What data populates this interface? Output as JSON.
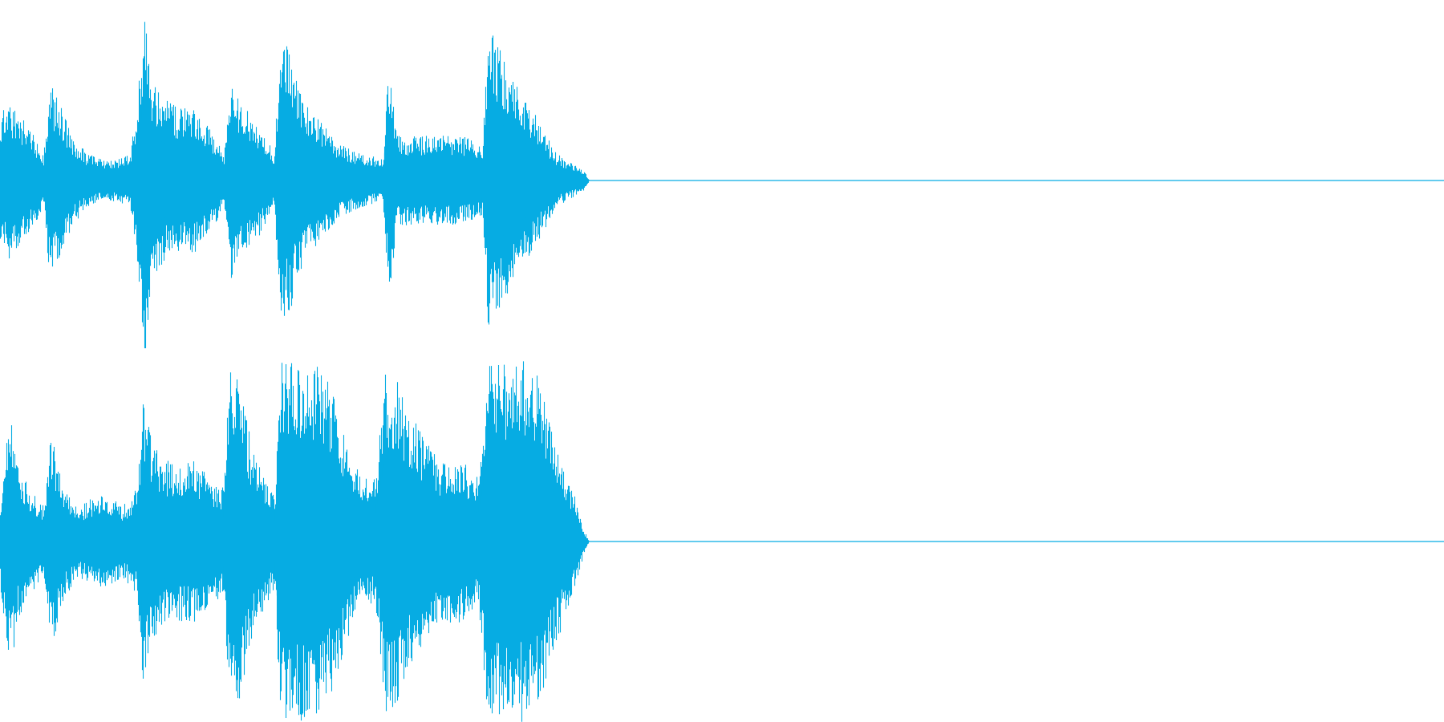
{
  "chart_data": {
    "type": "area",
    "title": "",
    "xlabel": "",
    "ylabel": "",
    "xlim": [
      0,
      1.0
    ],
    "ylim": [
      -1,
      1
    ],
    "grid": false,
    "legend": "none",
    "color": "#06ACE3",
    "channels": [
      {
        "envelope": [
          [
            0.0,
            0.35
          ],
          [
            0.005,
            0.45
          ],
          [
            0.01,
            0.4
          ],
          [
            0.02,
            0.3
          ],
          [
            0.03,
            0.15
          ],
          [
            0.034,
            0.55
          ],
          [
            0.04,
            0.45
          ],
          [
            0.05,
            0.25
          ],
          [
            0.06,
            0.15
          ],
          [
            0.07,
            0.12
          ],
          [
            0.08,
            0.12
          ],
          [
            0.09,
            0.15
          ],
          [
            0.095,
            0.45
          ],
          [
            0.1,
            1.0
          ],
          [
            0.105,
            0.55
          ],
          [
            0.115,
            0.45
          ],
          [
            0.125,
            0.4
          ],
          [
            0.135,
            0.4
          ],
          [
            0.145,
            0.3
          ],
          [
            0.155,
            0.15
          ],
          [
            0.16,
            0.55
          ],
          [
            0.17,
            0.4
          ],
          [
            0.18,
            0.3
          ],
          [
            0.19,
            0.15
          ],
          [
            0.194,
            0.85
          ],
          [
            0.2,
            0.75
          ],
          [
            0.21,
            0.45
          ],
          [
            0.22,
            0.35
          ],
          [
            0.235,
            0.2
          ],
          [
            0.25,
            0.15
          ],
          [
            0.265,
            0.12
          ],
          [
            0.269,
            0.65
          ],
          [
            0.275,
            0.25
          ],
          [
            0.29,
            0.25
          ],
          [
            0.305,
            0.25
          ],
          [
            0.32,
            0.25
          ],
          [
            0.334,
            0.2
          ],
          [
            0.338,
            0.85
          ],
          [
            0.345,
            0.75
          ],
          [
            0.355,
            0.55
          ],
          [
            0.365,
            0.45
          ],
          [
            0.375,
            0.3
          ],
          [
            0.385,
            0.15
          ],
          [
            0.395,
            0.1
          ],
          [
            0.405,
            0.05
          ],
          [
            0.408,
            0.0
          ],
          [
            1.0,
            0.0
          ]
        ]
      },
      {
        "envelope": [
          [
            0.0,
            0.25
          ],
          [
            0.007,
            0.72
          ],
          [
            0.012,
            0.45
          ],
          [
            0.02,
            0.3
          ],
          [
            0.03,
            0.2
          ],
          [
            0.035,
            0.6
          ],
          [
            0.045,
            0.3
          ],
          [
            0.055,
            0.2
          ],
          [
            0.065,
            0.25
          ],
          [
            0.075,
            0.25
          ],
          [
            0.085,
            0.2
          ],
          [
            0.095,
            0.3
          ],
          [
            0.099,
            0.85
          ],
          [
            0.105,
            0.55
          ],
          [
            0.115,
            0.45
          ],
          [
            0.125,
            0.45
          ],
          [
            0.135,
            0.45
          ],
          [
            0.145,
            0.35
          ],
          [
            0.155,
            0.3
          ],
          [
            0.159,
            1.0
          ],
          [
            0.165,
            0.9
          ],
          [
            0.175,
            0.5
          ],
          [
            0.185,
            0.35
          ],
          [
            0.19,
            0.25
          ],
          [
            0.194,
            1.0
          ],
          [
            0.205,
            1.0
          ],
          [
            0.22,
            1.0
          ],
          [
            0.232,
            0.8
          ],
          [
            0.24,
            0.55
          ],
          [
            0.25,
            0.35
          ],
          [
            0.26,
            0.35
          ],
          [
            0.266,
            0.95
          ],
          [
            0.275,
            0.9
          ],
          [
            0.285,
            0.7
          ],
          [
            0.295,
            0.55
          ],
          [
            0.305,
            0.45
          ],
          [
            0.32,
            0.45
          ],
          [
            0.331,
            0.35
          ],
          [
            0.338,
            1.0
          ],
          [
            0.35,
            1.0
          ],
          [
            0.37,
            1.0
          ],
          [
            0.38,
            0.7
          ],
          [
            0.39,
            0.45
          ],
          [
            0.398,
            0.25
          ],
          [
            0.405,
            0.05
          ],
          [
            0.408,
            0.0
          ],
          [
            1.0,
            0.0
          ]
        ]
      }
    ]
  }
}
